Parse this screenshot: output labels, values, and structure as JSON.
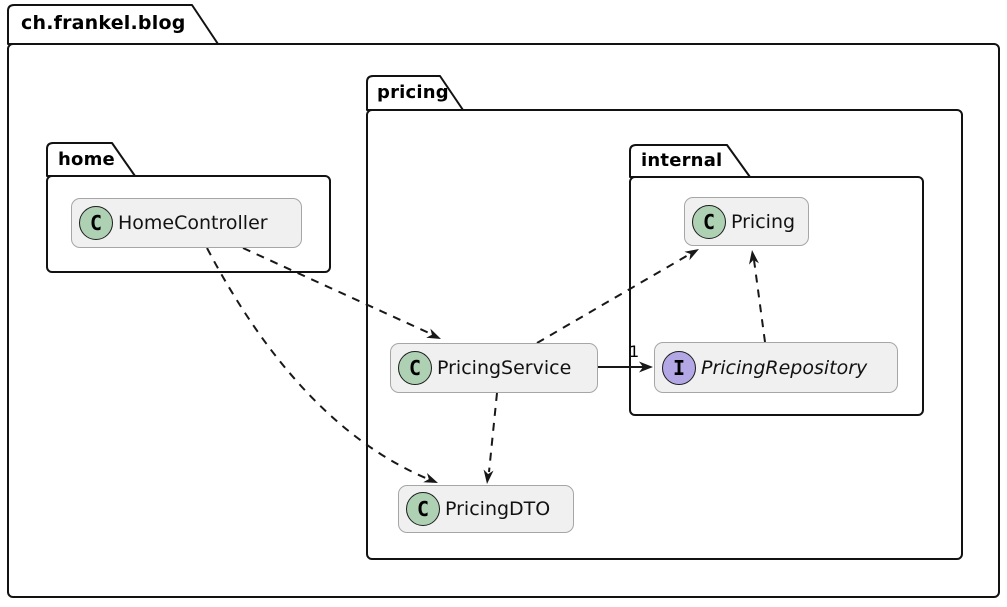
{
  "diagram": {
    "kind": "uml-package-diagram",
    "packages": [
      {
        "name": "ch.frankel.blog"
      },
      {
        "name": "home"
      },
      {
        "name": "pricing"
      },
      {
        "name": "internal"
      }
    ],
    "classes": [
      {
        "name": "HomeController",
        "stereotype": "C",
        "type": "class",
        "package": "home"
      },
      {
        "name": "PricingService",
        "stereotype": "C",
        "type": "class",
        "package": "pricing"
      },
      {
        "name": "PricingDTO",
        "stereotype": "C",
        "type": "class",
        "package": "pricing"
      },
      {
        "name": "Pricing",
        "stereotype": "C",
        "type": "class",
        "package": "internal"
      },
      {
        "name": "PricingRepository",
        "stereotype": "I",
        "type": "interface",
        "package": "internal"
      }
    ],
    "edges": [
      {
        "from": "HomeController",
        "to": "PricingService",
        "style": "dashed",
        "label": ""
      },
      {
        "from": "HomeController",
        "to": "PricingDTO",
        "style": "dashed",
        "label": ""
      },
      {
        "from": "PricingService",
        "to": "PricingDTO",
        "style": "dashed",
        "label": ""
      },
      {
        "from": "PricingService",
        "to": "Pricing",
        "style": "dashed",
        "label": ""
      },
      {
        "from": "PricingRepository",
        "to": "Pricing",
        "style": "dashed",
        "label": ""
      },
      {
        "from": "PricingService",
        "to": "PricingRepository",
        "style": "solid",
        "label": "1"
      }
    ],
    "colors": {
      "background": "#ffffff",
      "package_border": "#121212",
      "class_box_fill": "#f0f0f0",
      "class_box_border": "#a6a6a6",
      "class_spot_fill": "#add1b2",
      "interface_spot_fill": "#b4a7e5",
      "line": "#181818"
    }
  }
}
